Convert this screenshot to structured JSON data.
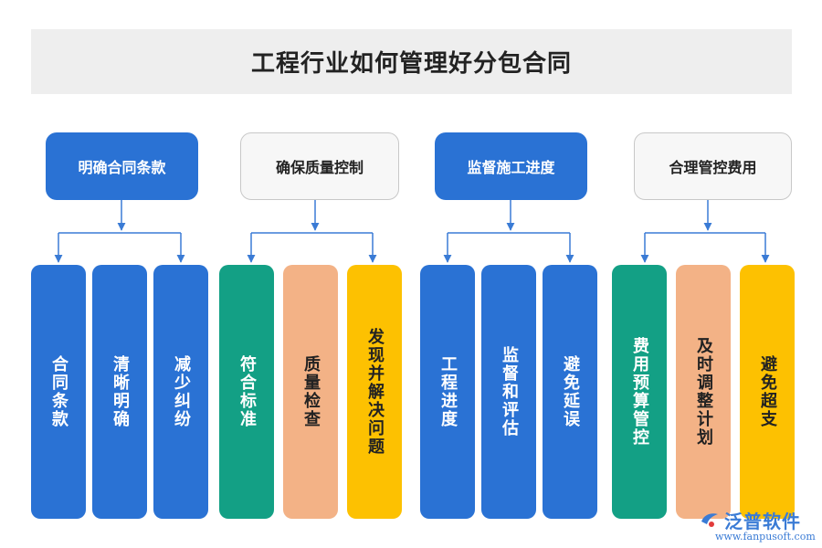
{
  "title": "工程行业如何管理好分包合同",
  "colors": {
    "blue": "#2a72d4",
    "teal": "#13a085",
    "peach": "#f3b286",
    "yellow": "#fdc101",
    "connector": "#3a7bd5"
  },
  "groups": [
    {
      "label": "明确合同条款",
      "style": "filled",
      "items": [
        {
          "label": "合同条款",
          "color": "blue"
        },
        {
          "label": "清晰明确",
          "color": "blue"
        },
        {
          "label": "减少纠纷",
          "color": "blue"
        }
      ]
    },
    {
      "label": "确保质量控制",
      "style": "outline",
      "items": [
        {
          "label": "符合标准",
          "color": "teal"
        },
        {
          "label": "质量检查",
          "color": "peach"
        },
        {
          "label": "发现并解决问题",
          "color": "yellow"
        }
      ]
    },
    {
      "label": "监督施工进度",
      "style": "filled",
      "items": [
        {
          "label": "工程进度",
          "color": "blue"
        },
        {
          "label": "监督和评估",
          "color": "blue"
        },
        {
          "label": "避免延误",
          "color": "blue"
        }
      ]
    },
    {
      "label": "合理管控费用",
      "style": "outline",
      "items": [
        {
          "label": "费用预算管控",
          "color": "teal"
        },
        {
          "label": "及时调整计划",
          "color": "peach"
        },
        {
          "label": "避免超支",
          "color": "yellow"
        }
      ]
    }
  ],
  "watermark": {
    "name": "泛普软件",
    "url": "www.fanpusoft.com"
  }
}
